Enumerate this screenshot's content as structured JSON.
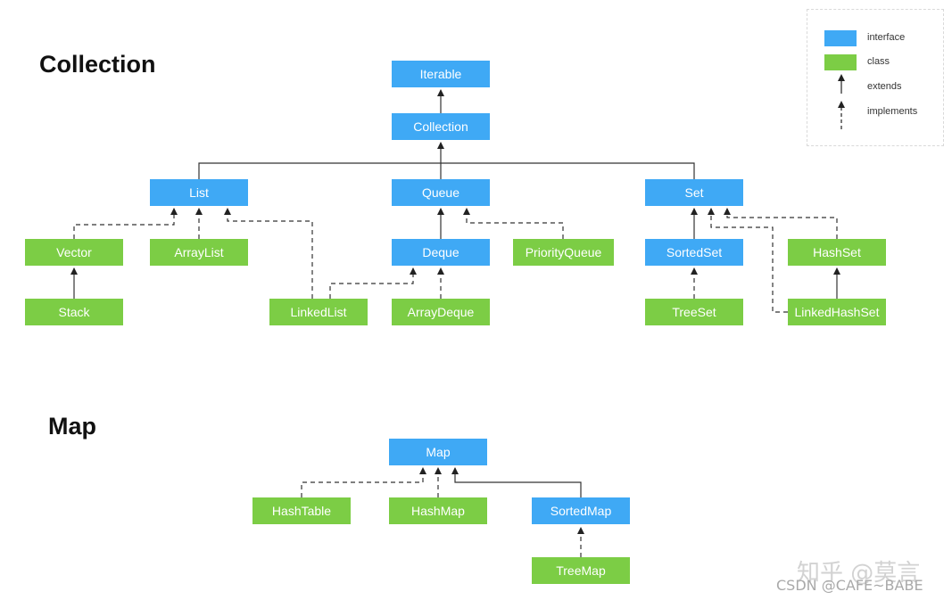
{
  "sections": {
    "collection": "Collection",
    "map": "Map"
  },
  "nodes": {
    "iterable": "Iterable",
    "collection": "Collection",
    "list": "List",
    "queue": "Queue",
    "set": "Set",
    "vector": "Vector",
    "arraylist": "ArrayList",
    "deque": "Deque",
    "priorityqueue": "PriorityQueue",
    "sortedset": "SortedSet",
    "hashset": "HashSet",
    "stack": "Stack",
    "linkedlist": "LinkedList",
    "arraydeque": "ArrayDeque",
    "treeset": "TreeSet",
    "linkedhashset": "LinkedHashSet",
    "map": "Map",
    "hashtable": "HashTable",
    "hashmap": "HashMap",
    "sortedmap": "SortedMap",
    "treemap": "TreeMap"
  },
  "legend": {
    "interface": "interface",
    "class": "class",
    "extends": "extends",
    "implements": "implements"
  },
  "colors": {
    "interface": "#3fa9f5",
    "class": "#7ccd45"
  },
  "watermarks": {
    "zhihu": "知乎 @莫言",
    "csdn": "CSDN @CAFE~BABE"
  }
}
